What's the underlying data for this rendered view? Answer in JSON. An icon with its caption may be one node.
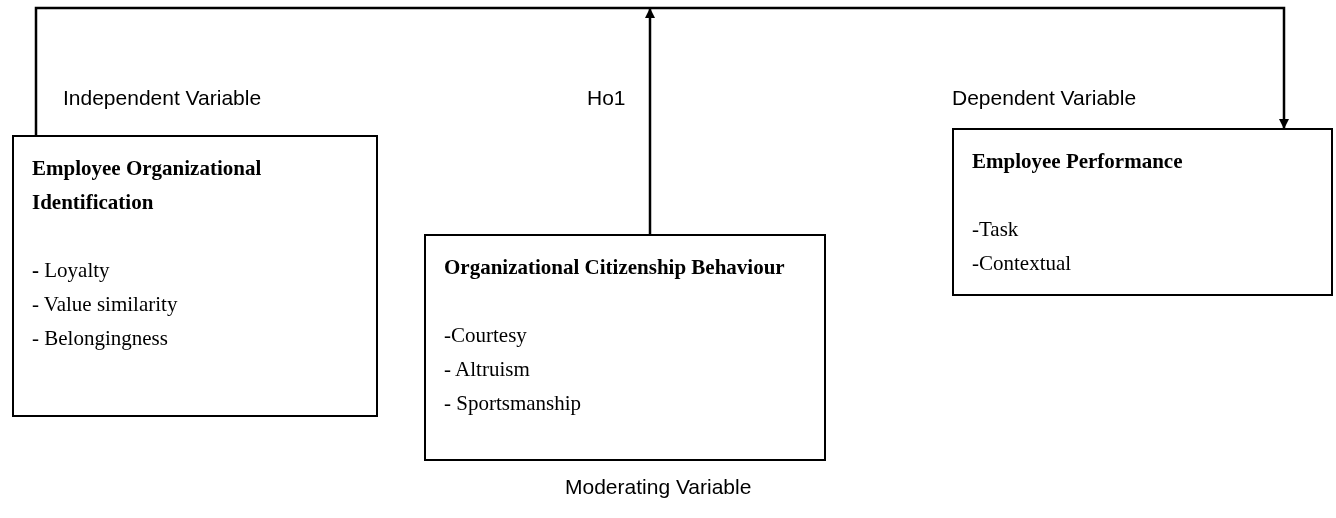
{
  "diagram": {
    "nodes": [
      {
        "text": [
          "Employee Organizational Identification",
          "**-** Loyalty",
          "- Value similarity",
          "- Belongingness"
        ],
        "beside": [
          "Independent Variable"
        ]
      },
      {
        "text": [
          "Organizational Citizenship Behaviour",
          "-Courtesy",
          "- Altruism",
          "- Sportsmanship"
        ],
        "beside": [
          "Moderating Variable"
        ]
      },
      {
        "text": [
          "Employee Performance",
          "-Task",
          "-Contextual"
        ],
        "beside": [
          "Dependent Variable"
        ]
      }
    ],
    "edges": [
      {
        "from": 0,
        "to": 2,
        "arrow": "to"
      },
      {
        "from": 1,
        "to": null,
        "arrow": "to",
        "label": "Ho1"
      }
    ]
  }
}
